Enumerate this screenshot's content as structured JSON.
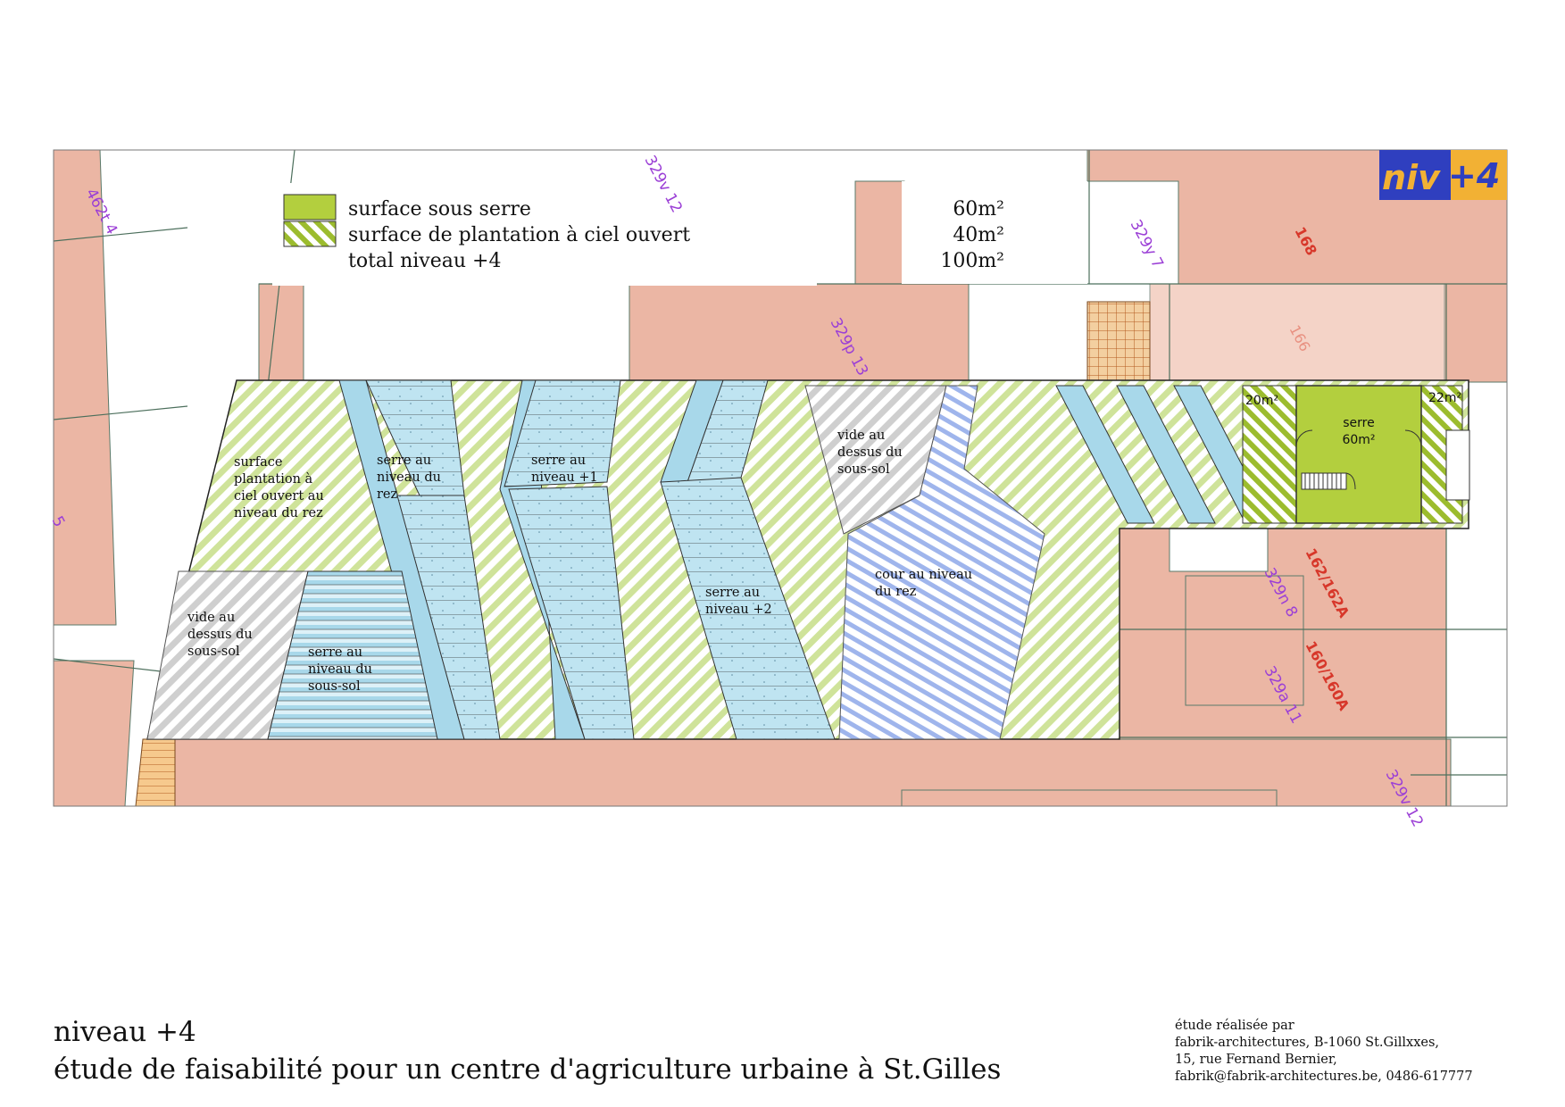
{
  "badge": {
    "prefix": "niv",
    "suffix": "+4",
    "prefix_color": "#f2b134",
    "suffix_color": "#2f3fbf"
  },
  "legend": [
    {
      "label": "surface sous serre",
      "value": "60m²",
      "swatch": "solid"
    },
    {
      "label": "surface de plantation à ciel ouvert",
      "value": "40m²",
      "swatch": "hatched"
    },
    {
      "label": "total niveau +4",
      "value": "100m²",
      "swatch": "none"
    }
  ],
  "parcels": [
    "462t 4",
    "329v 12",
    "329y 7",
    "329p 13",
    "329n 8",
    "329a 11",
    "329v 12",
    "5"
  ],
  "houses": [
    "168",
    "166",
    "162/162A",
    "160/160A"
  ],
  "zones": {
    "open_air_ground": [
      "surface",
      "plantation à",
      "ciel ouvert au",
      "niveau du rez"
    ],
    "void_left": [
      "vide au",
      "dessus du",
      "sous-sol"
    ],
    "greenhouse_basement": [
      "serre au",
      "niveau du",
      "sous-sol"
    ],
    "greenhouse_ground": [
      "serre au",
      "niveau du",
      "rez"
    ],
    "greenhouse_level1": [
      "serre au",
      "niveau +1"
    ],
    "greenhouse_level2": [
      "serre au",
      "niveau +2"
    ],
    "void_center": [
      "vide au",
      "dessus du",
      "sous-sol"
    ],
    "courtyard": [
      "cour au niveau",
      "du rez"
    ],
    "roof_left_area": "20m²",
    "roof_right_area": "22m²",
    "roof_greenhouse": [
      "serre",
      "60m²"
    ]
  },
  "colors": {
    "light_green": "#cfe39a",
    "solid_green": "#b3cf3e",
    "blue": "#a8d8ea",
    "pink": "#ebb6a4",
    "grey": "#cfcfcf",
    "lavender": "#9fb5ec",
    "parcel_purple": "#9b3fd6",
    "house_red": "#d7372a"
  },
  "footer": {
    "title_line1": "niveau +4",
    "title_line2": "étude de faisabilité pour un centre d'agriculture urbaine à St.Gilles",
    "credits": [
      "étude réalisée par",
      "fabrik-architectures, B-1060 St.Gillxxes,",
      "15, rue Fernand Bernier,",
      "fabrik@fabrik-architectures.be,  0486-617777"
    ]
  }
}
